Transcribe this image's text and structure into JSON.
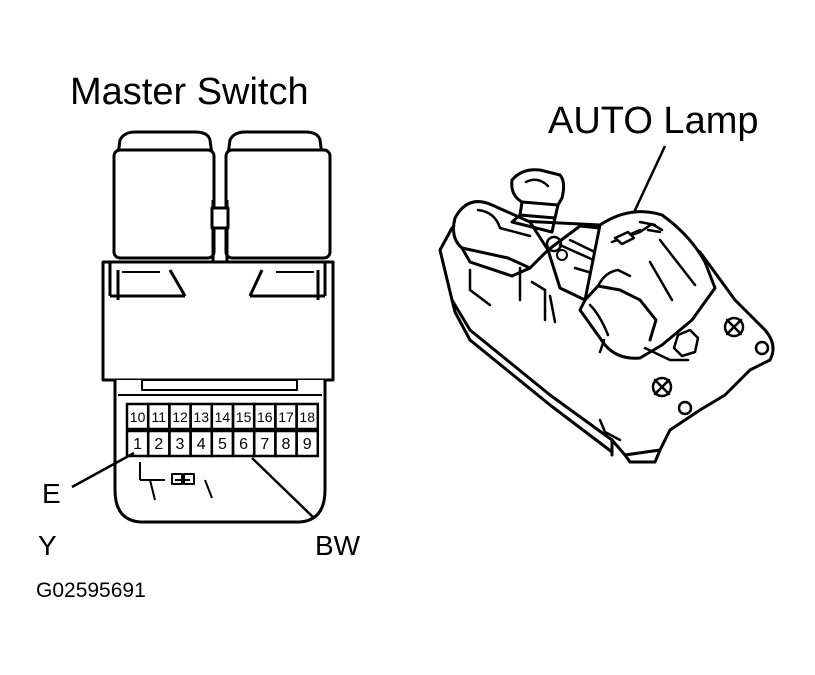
{
  "titles": {
    "master_switch": "Master Switch",
    "auto_lamp": "AUTO Lamp"
  },
  "callouts": {
    "e": "E",
    "y": "Y",
    "bw": "BW"
  },
  "connector": {
    "top_row": [
      "10",
      "11",
      "12",
      "13",
      "14",
      "15",
      "16",
      "17",
      "18"
    ],
    "bottom_row": [
      "1",
      "2",
      "3",
      "4",
      "5",
      "6",
      "7",
      "8",
      "9"
    ]
  },
  "figure_code": "G02595691"
}
